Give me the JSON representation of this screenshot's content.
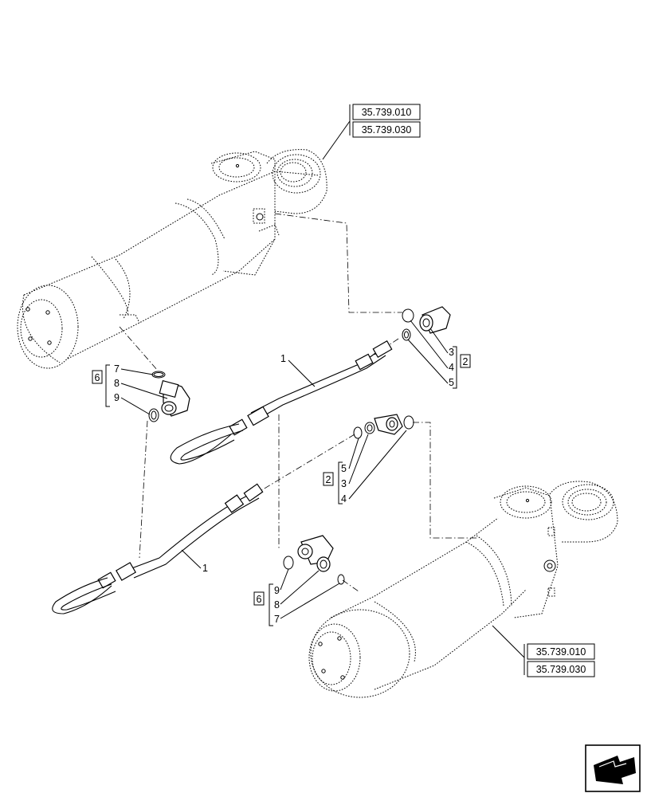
{
  "references": {
    "top_a": "35.739.010",
    "top_b": "35.739.030",
    "bottom_a": "35.739.010",
    "bottom_b": "35.739.030"
  },
  "callouts": {
    "hose_upper": "1",
    "hose_lower": "1",
    "group_left_box": "6",
    "group_left_items": [
      "7",
      "8",
      "9"
    ],
    "group_right_top_box": "2",
    "group_right_top_items": [
      "3",
      "4",
      "5"
    ],
    "group_mid_box": "2",
    "group_mid_items": [
      "5",
      "3",
      "4"
    ],
    "group_bottom_box": "6",
    "group_bottom_items": [
      "9",
      "8",
      "7"
    ]
  },
  "nav": {
    "icon": "return-arrow-icon"
  }
}
